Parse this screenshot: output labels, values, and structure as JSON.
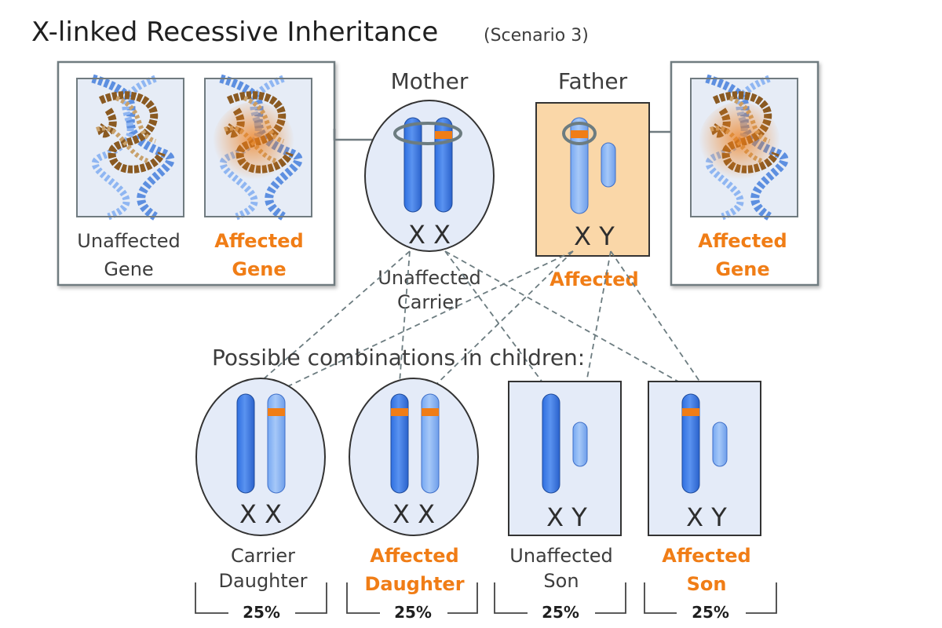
{
  "title": "X-linked Recessive Inheritance",
  "scenario": "(Scenario 3)",
  "left_panel": {
    "unaffected_label_1": "Unaffected",
    "unaffected_label_2": "Gene",
    "affected_label_1": "Affected",
    "affected_label_2": "Gene"
  },
  "right_panel": {
    "affected_label_1": "Affected",
    "affected_label_2": "Gene"
  },
  "mother": {
    "label": "Mother",
    "chromosomes": "X X",
    "status_1": "Unaffected",
    "status_2": "Carrier"
  },
  "father": {
    "label": "Father",
    "chromosomes": "X Y",
    "status": "Affected"
  },
  "children_heading": "Possible combinations in children:",
  "children": [
    {
      "chromosomes": "X X",
      "label_1": "Carrier",
      "label_2": "Daughter",
      "percent": "25%",
      "affected": false
    },
    {
      "chromosomes": "X X",
      "label_1": "Affected",
      "label_2": "Daughter",
      "percent": "25%",
      "affected": true
    },
    {
      "chromosomes": "X Y",
      "label_1": "Unaffected",
      "label_2": "Son",
      "percent": "25%",
      "affected": false
    },
    {
      "chromosomes": "X Y",
      "label_1": "Affected",
      "label_2": "Son",
      "percent": "25%",
      "affected": true
    }
  ],
  "colors": {
    "accent_orange": "#f07d16",
    "affected_background": "#fad7a8",
    "chromosome_dark_blue": "#3f7ee8",
    "chromosome_light_blue": "#86b4f5",
    "oval_fill": "#e4ebf8",
    "text_dark": "#3d3d3d"
  }
}
